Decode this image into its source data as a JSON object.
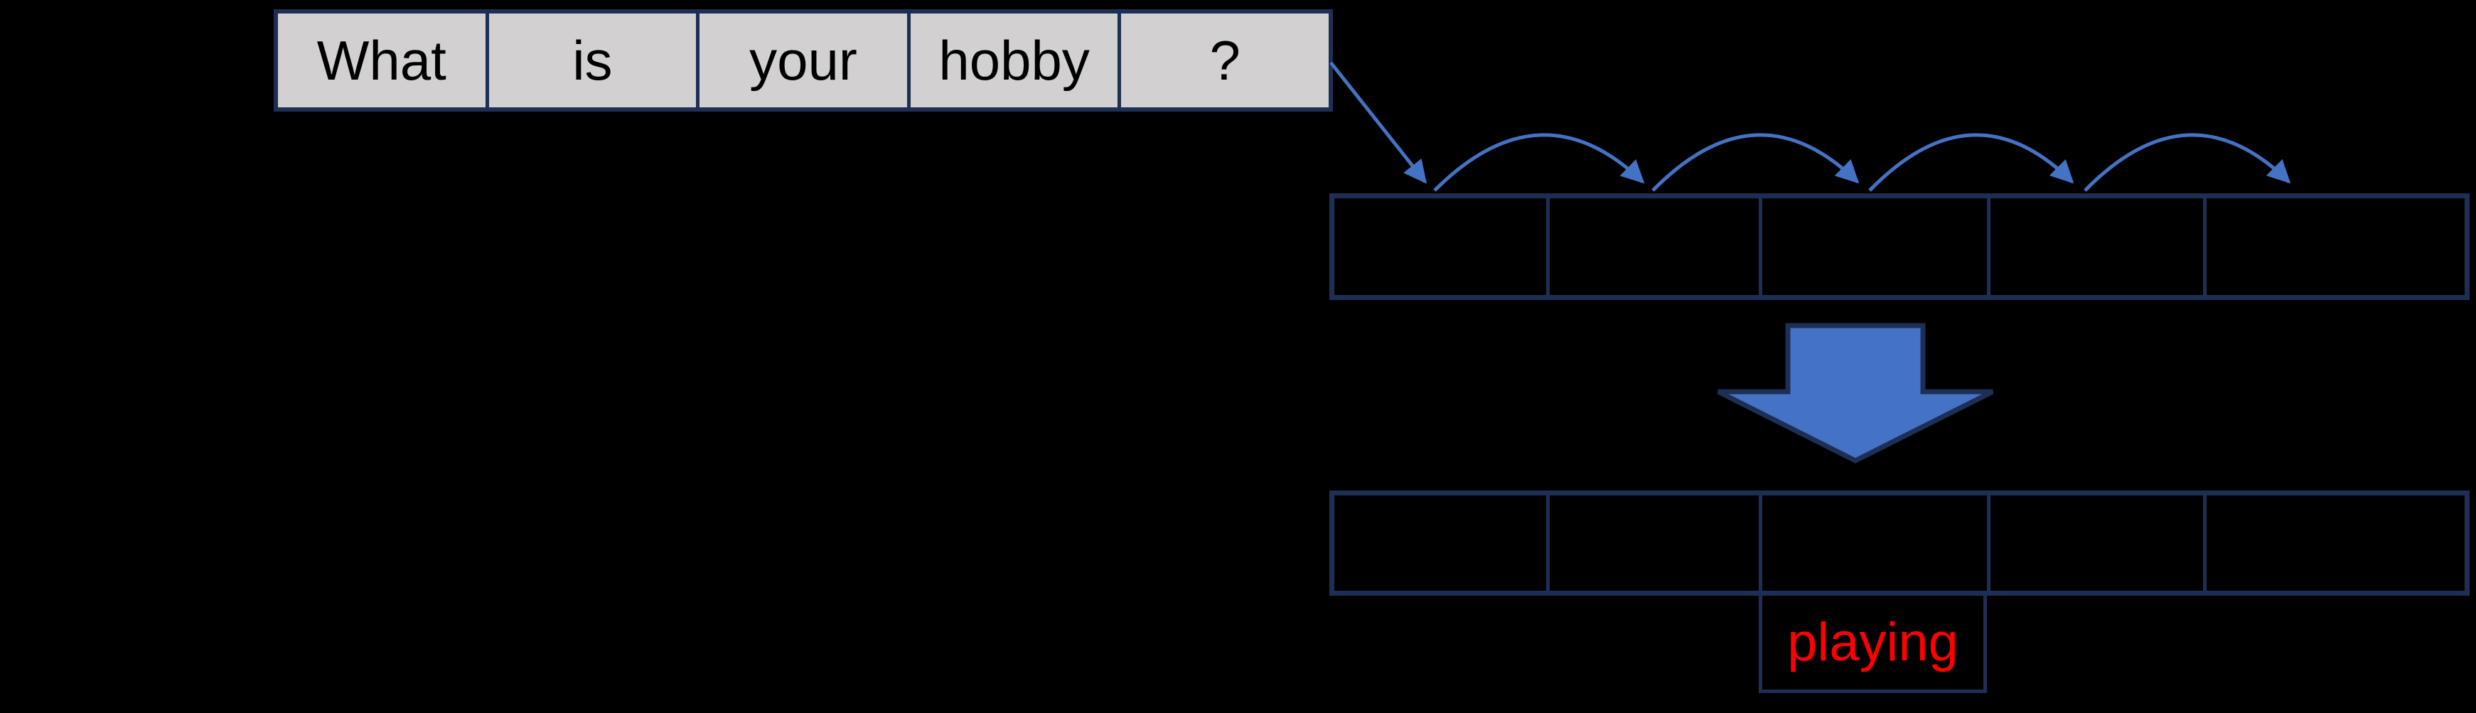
{
  "colors": {
    "background": "#000000",
    "accent_blue": "#4472c4",
    "dark_navy": "#1e2f55",
    "cell_gray": "#d2d0d0",
    "highlight_red": "#ff0000",
    "text_black": "#000000"
  },
  "sentence_table": {
    "cells": [
      "What",
      "is",
      "your",
      "hobby",
      "?"
    ]
  },
  "encoder_row": {
    "cell_count": 5
  },
  "decoder_row": {
    "cell_count": 5
  },
  "hop_arcs": {
    "count": 4
  },
  "output": {
    "label": "playing"
  }
}
